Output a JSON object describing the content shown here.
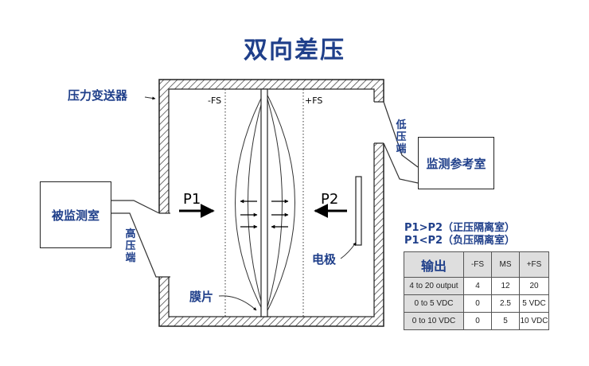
{
  "title": "双向差压",
  "labels": {
    "transmitter": "压力变送器",
    "monitored_chamber": "被监测室",
    "high_pressure_end": "高压端",
    "low_pressure_end": "低压端",
    "reference_chamber": "监测参考室",
    "electrode": "电极",
    "diaphragm": "膜片",
    "p1": "P1",
    "p2": "P2",
    "neg_fs": "-FS",
    "pos_fs": "+FS",
    "cond1": "P1>P2（正压隔离室）",
    "cond2": "P1<P2（负压隔离室）"
  },
  "table": {
    "header": [
      "输出",
      "-FS",
      "MS",
      "+FS"
    ],
    "rows": [
      [
        "4 to 20 output",
        "4",
        "12",
        "20"
      ],
      [
        "0 to 5 VDC",
        "0",
        "2.5",
        "5 VDC"
      ],
      [
        "0 to 10 VDC",
        "0",
        "5",
        "10 VDC"
      ]
    ]
  },
  "colors": {
    "accent": "#1f3f8a",
    "table_header_bg": "#dedede"
  }
}
